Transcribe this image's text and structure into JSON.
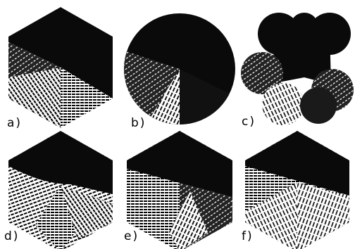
{
  "panels": [
    {
      "id": "a",
      "label": "a)"
    },
    {
      "id": "b",
      "label": "b)"
    },
    {
      "id": "c",
      "label": "c)"
    },
    {
      "id": "d",
      "label": "d)"
    },
    {
      "id": "e",
      "label": "e)"
    },
    {
      "id": "f",
      "label": "f)"
    }
  ],
  "colors": {
    "ink": "#0a0a0a",
    "paper": "#ffffff"
  }
}
